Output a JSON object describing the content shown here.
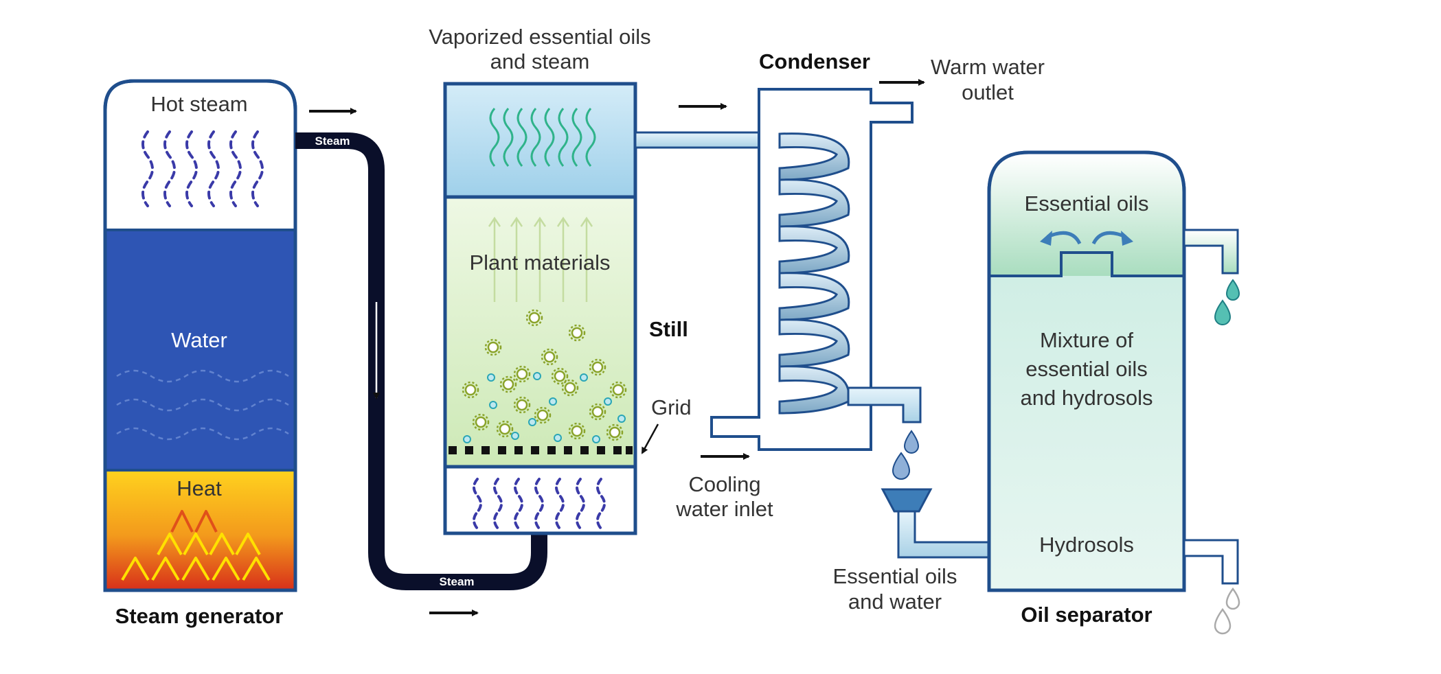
{
  "labels": {
    "hot_steam": "Hot steam",
    "water": "Water",
    "heat": "Heat",
    "steam_generator": "Steam generator",
    "steam_pipe_top": "Steam",
    "steam_pipe_bottom": "Steam",
    "vaporized_line1": "Vaporized essential oils",
    "vaporized_line2": "and steam",
    "plant_materials": "Plant materials",
    "still": "Still",
    "grid": "Grid",
    "condenser": "Condenser",
    "warm_water_line1": "Warm water",
    "warm_water_line2": "outlet",
    "cooling_line1": "Cooling",
    "cooling_line2": "water inlet",
    "essential_oils": "Essential oils",
    "mixture_line1": "Mixture of",
    "mixture_line2": "essential oils",
    "mixture_line3": "and hydrosols",
    "hydrosols": "Hydrosols",
    "eo_water_line1": "Essential oils",
    "eo_water_line2": "and water",
    "oil_separator": "Oil separator"
  },
  "colors": {
    "outline": "#1f4e8c",
    "water": "#2e55b4",
    "steam_dash": "#3a3aa8",
    "still_top": "#a8d8ee",
    "still_plants": "#d8efc8",
    "pipe_steam": "#0a0f2a",
    "pipe_light": "#c8e4f2",
    "coil": "#8fb7d2",
    "separator_top": "#bfe6cf",
    "separator_body": "#d8f0ea",
    "oil_drop": "#55c0b3",
    "water_drop": "#8fb0d8",
    "gray_drop": "#cccccc"
  }
}
